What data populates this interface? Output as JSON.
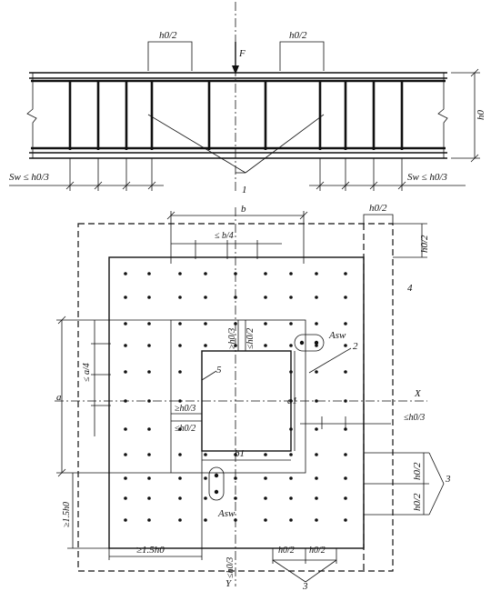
{
  "labels": {
    "h0_half_left": "h0/2",
    "h0_half_right": "h0/2",
    "force": "F",
    "height": "h0",
    "spacing_left": "Sw ≤ h0/3",
    "spacing_right": "Sw ≤ h0/3",
    "callout_1": "1",
    "width_b": "b",
    "top_right_h0_half": "h0/2",
    "right_h0_half_1": "h0/2",
    "b_over_4": "≤ b/4",
    "callout_4": "4",
    "ge_h0_3_v": "≥h0/3",
    "le_h0_2_v": "≤h0/2",
    "asw_top": "Asw",
    "callout_2": "2",
    "callout_5": "5",
    "a_over_4": "≤ a/4",
    "a": "a",
    "a1": "a1",
    "axis_x": "X",
    "ge_h0_3_h": "≥h0/3",
    "le_h0_2_h": "≤h0/2",
    "le_h0_3_right": "≤h0/3",
    "b1": "b1",
    "right_h0_half_2": "h0/2",
    "callout_3_right": "3",
    "right_h0_half_3": "h0/2",
    "ge_1_5h0_v": "≥1.5h0",
    "asw_bottom": "Asw",
    "ge_1_5h0_h": "≥1.5h0",
    "le_h0_3_bottom": "≤h0/3",
    "bottom_h0_half_1": "h0/2",
    "bottom_h0_half_2": "h0/2",
    "callout_3_bottom": "3",
    "axis_y": "Y"
  }
}
